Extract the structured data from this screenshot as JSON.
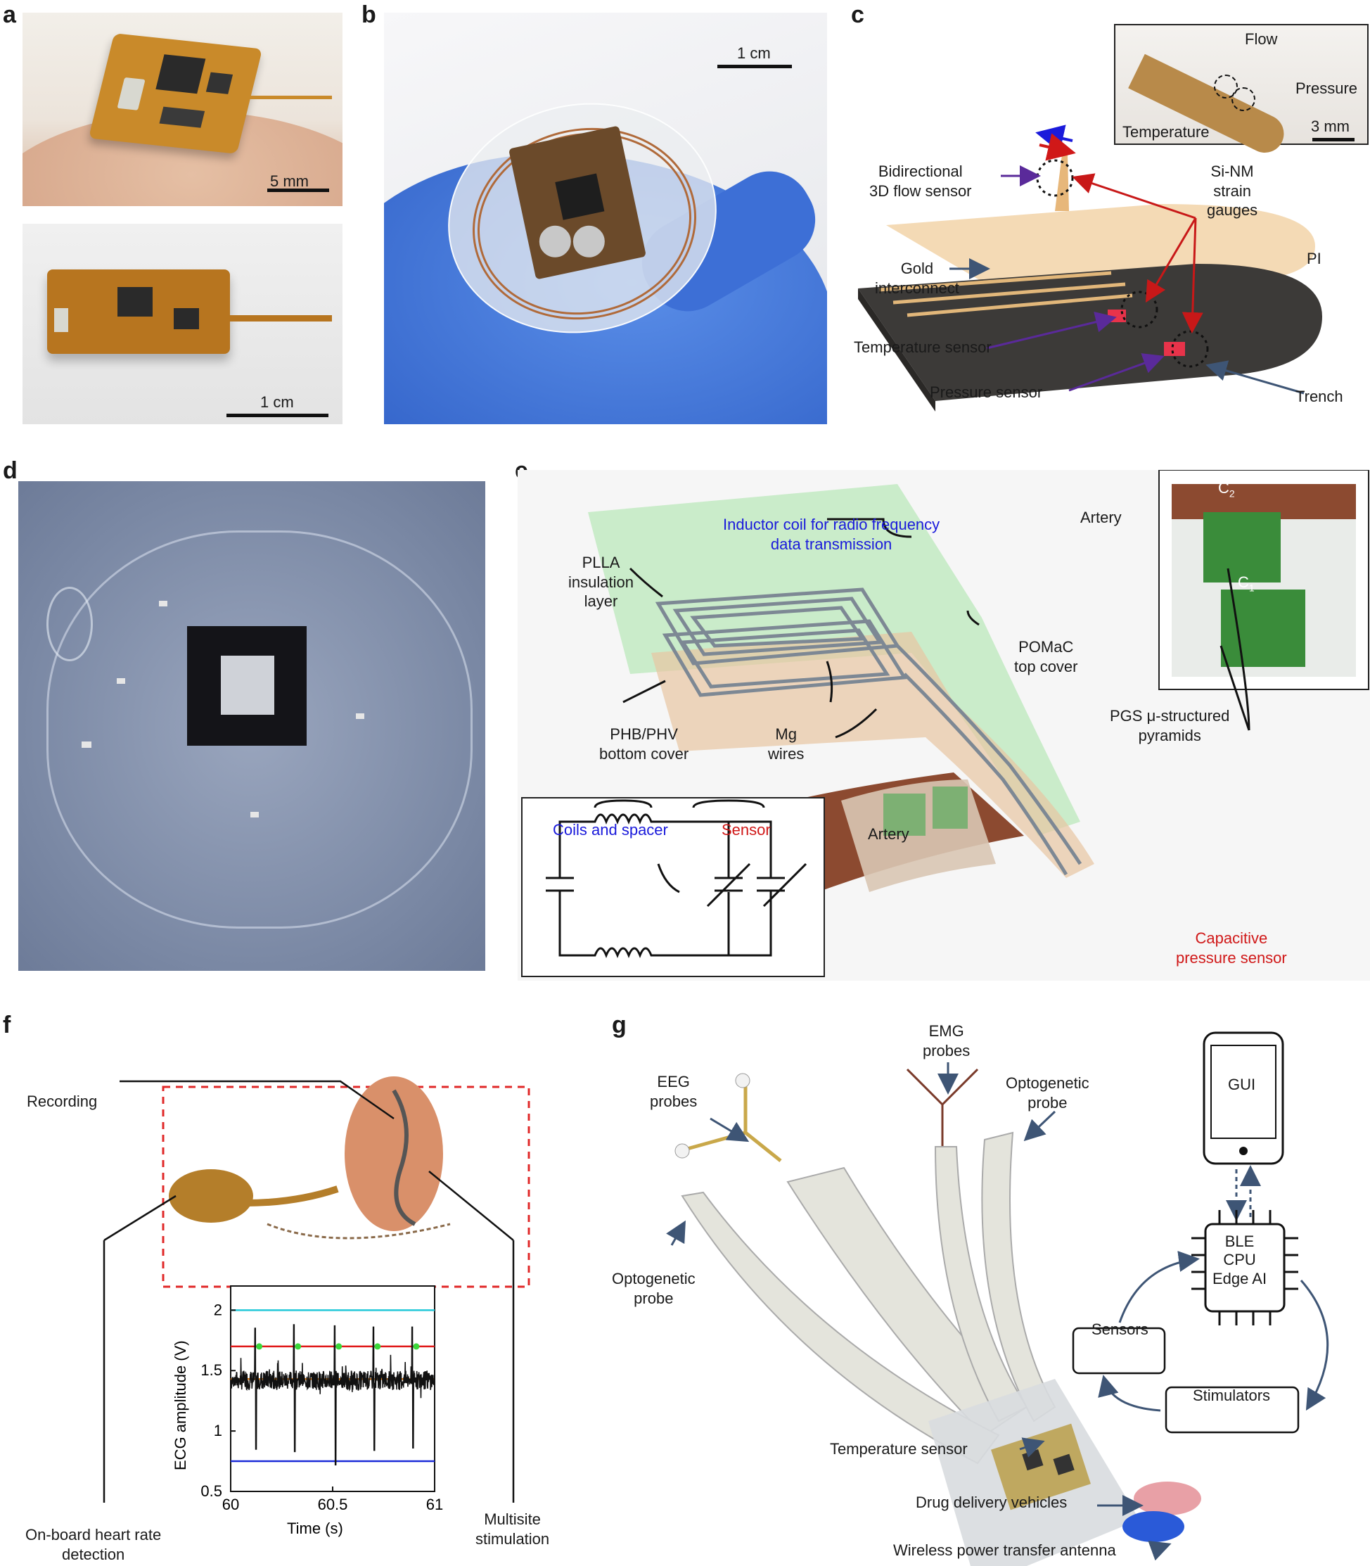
{
  "panels": {
    "a": {
      "letter": "a",
      "scale_top": "5 mm",
      "scale_bottom": "1 cm"
    },
    "b": {
      "letter": "b",
      "scale": "1 cm"
    },
    "c": {
      "letter": "c",
      "inset": {
        "flow": "Flow",
        "pressure": "Pressure",
        "temperature": "Temperature",
        "scale": "3 mm"
      },
      "labels": {
        "bidirectional": "Bidirectional\n3D flow sensor",
        "sinm": "Si-NM\nstrain\ngauges",
        "pi": "PI",
        "gold": "Gold\ninterconnect",
        "temp_sensor": "Temperature sensor",
        "pressure_sensor": "Pressure sensor",
        "trench": "Trench"
      }
    },
    "d": {
      "letter": "d"
    },
    "e": {
      "letter": "e",
      "labels": {
        "inductor": "Inductor coil for radio frequency\ndata transmission",
        "plla": "PLLA\ninsulation\nlayer",
        "pomac": "POMaC\ntop cover",
        "phb": "PHB/PHV\nbottom cover",
        "mg": "Mg\nwires",
        "artery_top": "Artery",
        "artery_bottom": "Artery",
        "pgs": "PGS μ-structured\npyramids",
        "capacitive": "Capacitive\npressure sensor",
        "c2": "C",
        "c2_sub": "2",
        "c1": "C",
        "c1_sub": "1"
      },
      "circuit": {
        "coils": "Coils and spacer",
        "sensor": "Sensor"
      },
      "colors": {
        "blue_text": "#1a1adb",
        "red_text": "#d01818"
      }
    },
    "f": {
      "letter": "f",
      "labels": {
        "recording": "Recording",
        "onboard": "On-board heart rate\ndetection",
        "multisite": "Multisite\nstimulation"
      }
    },
    "g": {
      "letter": "g",
      "labels": {
        "emg": "EMG\nprobes",
        "eeg": "EEG\nprobes",
        "opto_top": "Optogenetic\nprobe",
        "opto_left": "Optogenetic\nprobe",
        "temp": "Temperature sensor",
        "drug": "Drug delivery vehicles",
        "wpt": "Wireless power transfer antenna"
      },
      "diagram": {
        "gui": "GUI",
        "chip": "BLE\nCPU\nEdge AI",
        "sensors": "Sensors",
        "stimulators": "Stimulators"
      }
    }
  },
  "chart_data": {
    "type": "line",
    "xlabel": "Time (s)",
    "ylabel": "ECG amplitude (V)",
    "xlim": [
      60,
      61
    ],
    "ylim": [
      0.5,
      2.2
    ],
    "x_ticks": [
      "60",
      "60.5",
      "61"
    ],
    "y_ticks": [
      "0.5",
      "1",
      "1.5",
      "2"
    ],
    "y_tick_values": [
      0.5,
      1,
      1.5,
      2
    ],
    "x_tick_values": [
      60,
      60.5,
      61
    ],
    "thresholds": [
      {
        "y": 2.0,
        "color": "#22c8d8"
      },
      {
        "y": 1.7,
        "color": "#e01818"
      },
      {
        "y": 1.43,
        "color": "#e07a10"
      },
      {
        "y": 0.75,
        "color": "#1a2ad8"
      }
    ],
    "baseline": 1.42,
    "beats": [
      {
        "x": 60.12,
        "peak": 1.85,
        "trough": 0.85
      },
      {
        "x": 60.31,
        "peak": 1.88,
        "trough": 0.83
      },
      {
        "x": 60.51,
        "peak": 1.87,
        "trough": 0.72
      },
      {
        "x": 60.7,
        "peak": 1.86,
        "trough": 0.84
      },
      {
        "x": 60.89,
        "peak": 1.86,
        "trough": 0.86
      }
    ],
    "detections": [
      {
        "x": 60.14,
        "y": 1.7
      },
      {
        "x": 60.33,
        "y": 1.7
      },
      {
        "x": 60.53,
        "y": 1.7
      },
      {
        "x": 60.72,
        "y": 1.7
      },
      {
        "x": 60.91,
        "y": 1.7
      }
    ],
    "colors": {
      "signal": "#111111",
      "detection": "#3ad83a"
    }
  }
}
